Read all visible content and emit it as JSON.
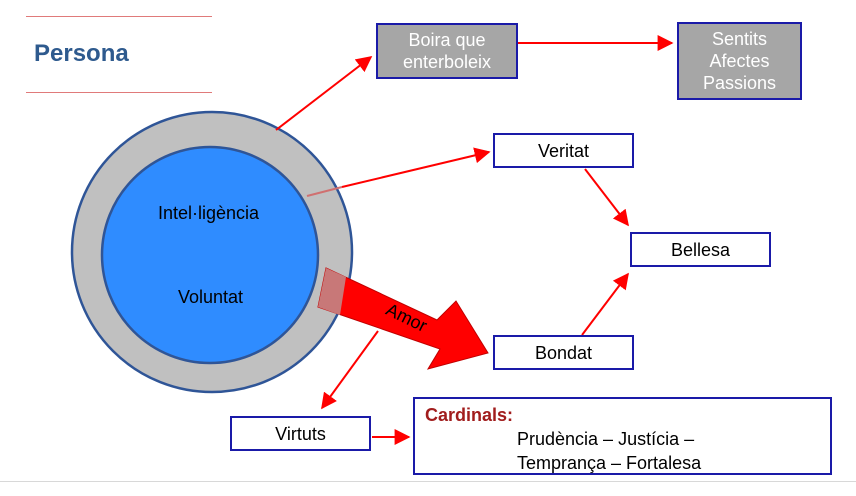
{
  "title": "Persona",
  "circle": {
    "inner_top_label": "Intel·ligència",
    "inner_bottom_label": "Voluntat"
  },
  "boxes": {
    "boira": [
      "Boira que",
      "enterboleix"
    ],
    "sentits": [
      "Sentits",
      "Afectes",
      "Passions"
    ],
    "veritat": "Veritat",
    "bellesa": "Bellesa",
    "bondat": "Bondat",
    "virtuts": "Virtuts"
  },
  "arrow_label": "Amor",
  "cardinals": {
    "heading": "Cardinals:",
    "line1": "Prudència – Justícia –",
    "line2": "Temprança – Fortalesa"
  },
  "colors": {
    "title": "#2e5a8e",
    "inner_circle": "#2f8cff",
    "outer_ring": "#c0c0c0",
    "box_border": "#1a1aa8",
    "arrow": "#ff0000",
    "cardinals_heading": "#a11d1d"
  }
}
